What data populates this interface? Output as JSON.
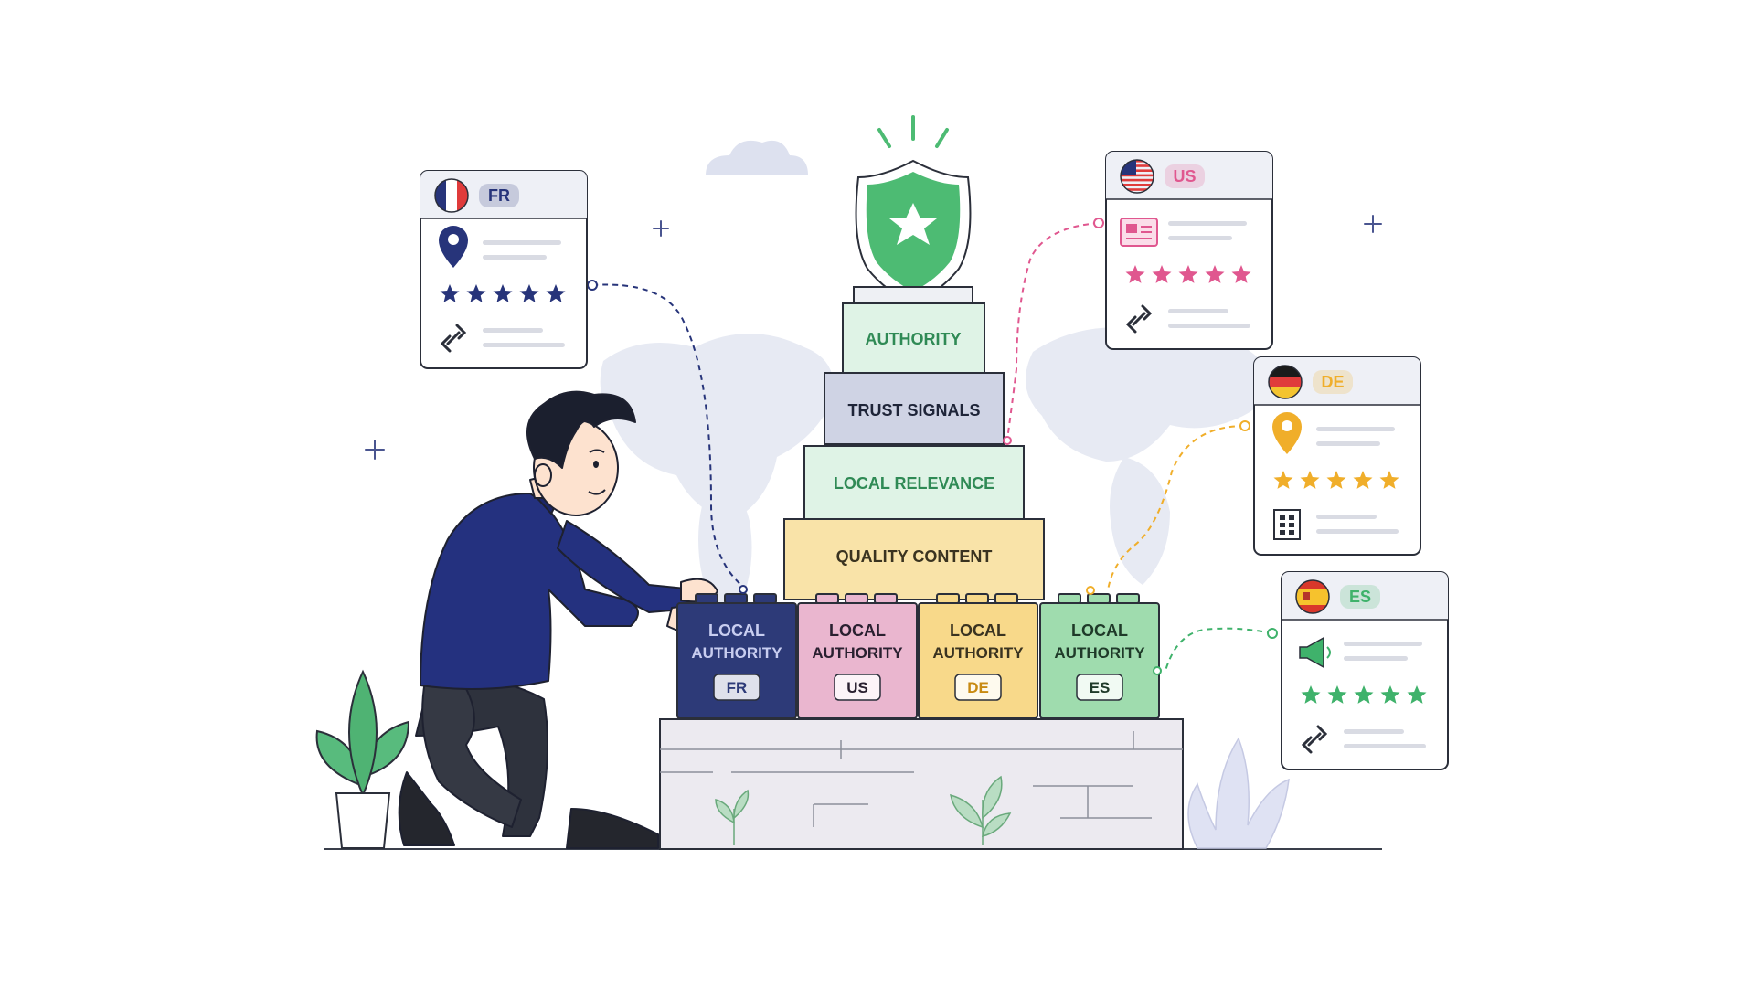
{
  "pyramid": {
    "layers": [
      {
        "label": "AUTHORITY",
        "text_color": "#2f8a55",
        "fill": "#dff3e6"
      },
      {
        "label": "TRUST SIGNALS",
        "text_color": "#1e2438",
        "fill": "#cfd3e4"
      },
      {
        "label": "LOCAL RELEVANCE",
        "text_color": "#2f8a55",
        "fill": "#dff3e6"
      },
      {
        "label": "QUALITY CONTENT",
        "text_color": "#3a3320",
        "fill": "#f9e3a8"
      }
    ]
  },
  "blocks": [
    {
      "line1": "LOCAL",
      "line2": "AUTHORITY",
      "code": "FR",
      "fill": "#2d3a78",
      "text": "#c8cdf0",
      "badge_text": "#2d3a78"
    },
    {
      "line1": "LOCAL",
      "line2": "AUTHORITY",
      "code": "US",
      "fill": "#eab6cf",
      "text": "#2a2030",
      "badge_text": "#2a2030"
    },
    {
      "line1": "LOCAL",
      "line2": "AUTHORITY",
      "code": "DE",
      "fill": "#f8d98a",
      "text": "#3a3320",
      "badge_text": "#c88a12"
    },
    {
      "line1": "LOCAL",
      "line2": "AUTHORITY",
      "code": "ES",
      "fill": "#9fdcae",
      "text": "#1f3a29",
      "badge_text": "#1f3a29"
    }
  ],
  "cards": [
    {
      "code": "FR",
      "flag": "flag-france",
      "accent": "#27347a",
      "icon1": "map-pin-icon",
      "icon2": "link-icon"
    },
    {
      "code": "US",
      "flag": "flag-usa",
      "accent": "#e0578f",
      "icon1": "document-card-icon",
      "icon2": "link-icon"
    },
    {
      "code": "DE",
      "flag": "flag-germany",
      "accent": "#f0ae2a",
      "icon1": "map-pin-icon",
      "icon2": "building-icon"
    },
    {
      "code": "ES",
      "flag": "flag-spain",
      "accent": "#3fb26b",
      "icon1": "megaphone-icon",
      "icon2": "link-icon"
    }
  ],
  "colors": {
    "shield": "#4dbb73",
    "outline": "#2b2f3a",
    "wall": "#e9e9ef",
    "map": "#e6e9f3"
  }
}
